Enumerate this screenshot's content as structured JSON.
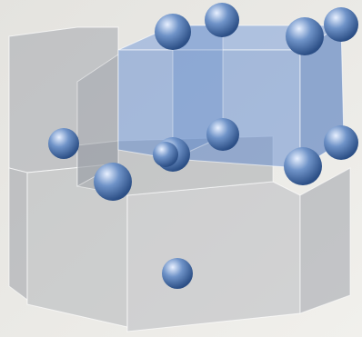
{
  "figure": {
    "atoms": [
      {
        "id": "a1"
      },
      {
        "id": "a2"
      },
      {
        "id": "a3"
      },
      {
        "id": "a4"
      },
      {
        "id": "a5"
      },
      {
        "id": "a6"
      },
      {
        "id": "a7"
      },
      {
        "id": "a8"
      },
      {
        "id": "a9"
      },
      {
        "id": "a10"
      },
      {
        "id": "a11"
      },
      {
        "id": "a12"
      }
    ],
    "colors": {
      "background": "#ecebe6",
      "gray_cube_face": "#9a9ea6",
      "gray_cube_edge": "#ffffff",
      "blue_cube_face": "#5d86cc",
      "atom_light": "#e8f0ff",
      "atom_mid": "#6f93c8",
      "atom_dark": "#2c4f86"
    }
  }
}
